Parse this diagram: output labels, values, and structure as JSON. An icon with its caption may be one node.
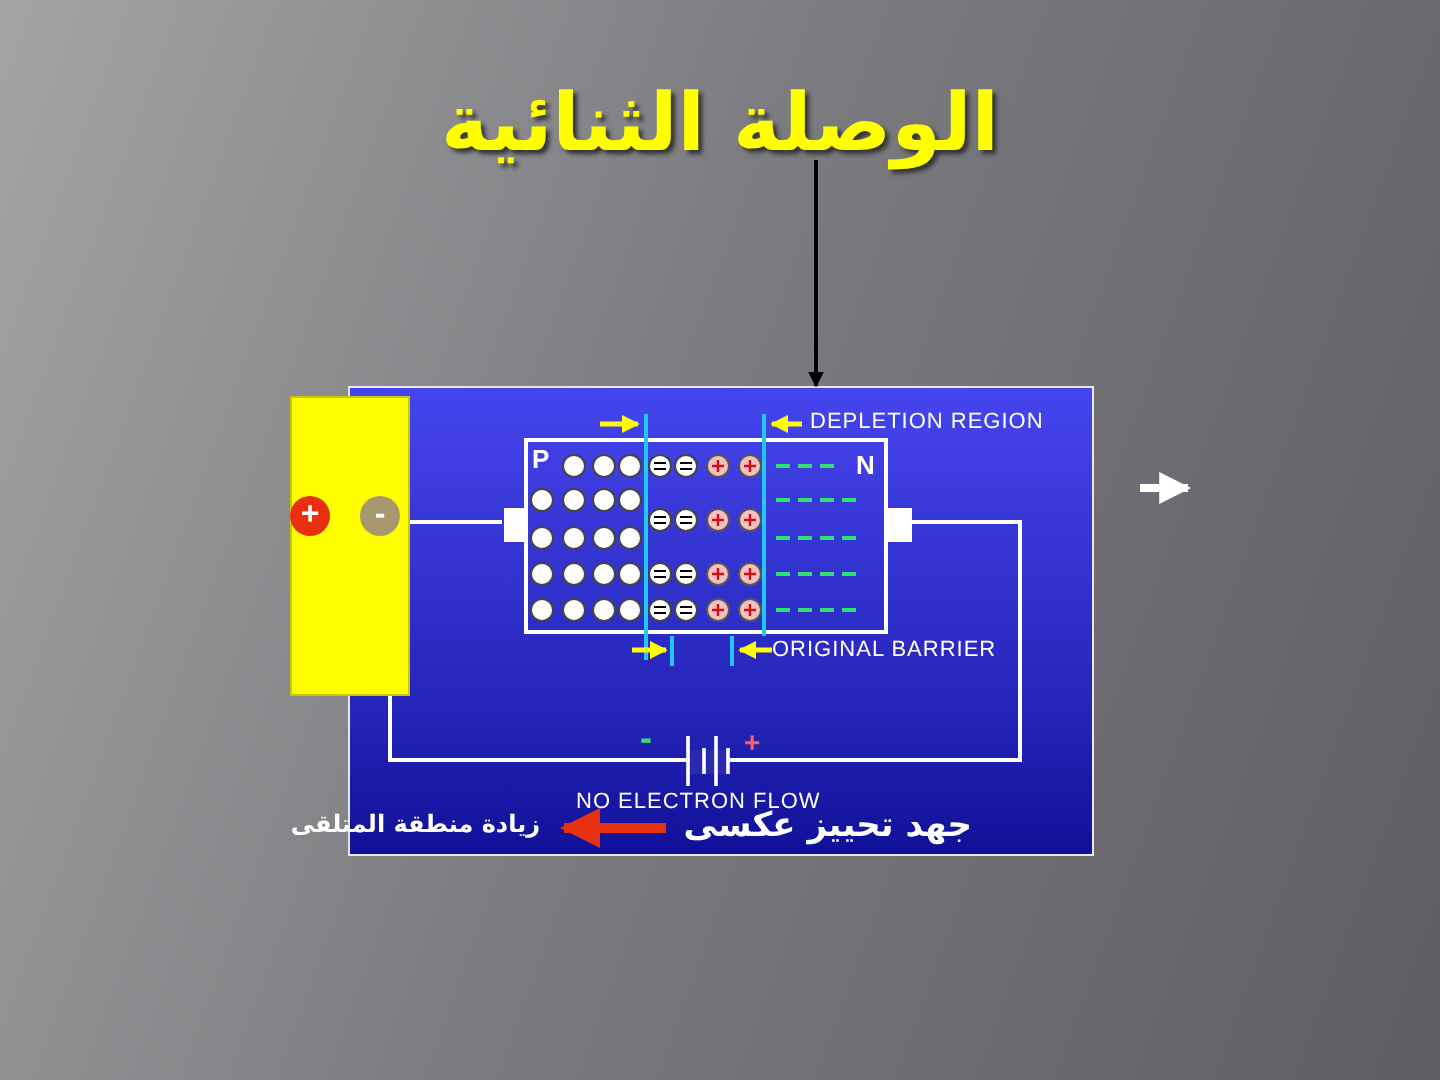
{
  "diagram": {
    "title": "الوصلة الثنائية",
    "nodes": [
      {
        "text": [],
        "shape": "box"
      },
      {
        "text": [
          "N",
          "P"
        ],
        "in": 0
      },
      {
        "text": [
          "-",
          "+"
        ]
      },
      {
        "text": [
          "جهد تحييز عكسى"
        ],
        "in": 0
      },
      {
        "text": [
          "زيادة منطقة المتلقى"
        ]
      }
    ],
    "edges": [
      {
        "from": null,
        "to": 0,
        "arrow": "to",
        "color": "#000000"
      },
      {
        "from": 2,
        "to": 1,
        "arrow": "none"
      },
      {
        "from": 2,
        "to": 1,
        "arrow": "none"
      },
      {
        "from": 3,
        "to": 4,
        "arrow": "to",
        "style": "thick",
        "color": "#e83010"
      }
    ],
    "labels": [
      "DEPLETION REGION",
      "ORIGINAL BARRIER",
      "-",
      "+",
      "NO ELECTRON FLOW"
    ]
  }
}
